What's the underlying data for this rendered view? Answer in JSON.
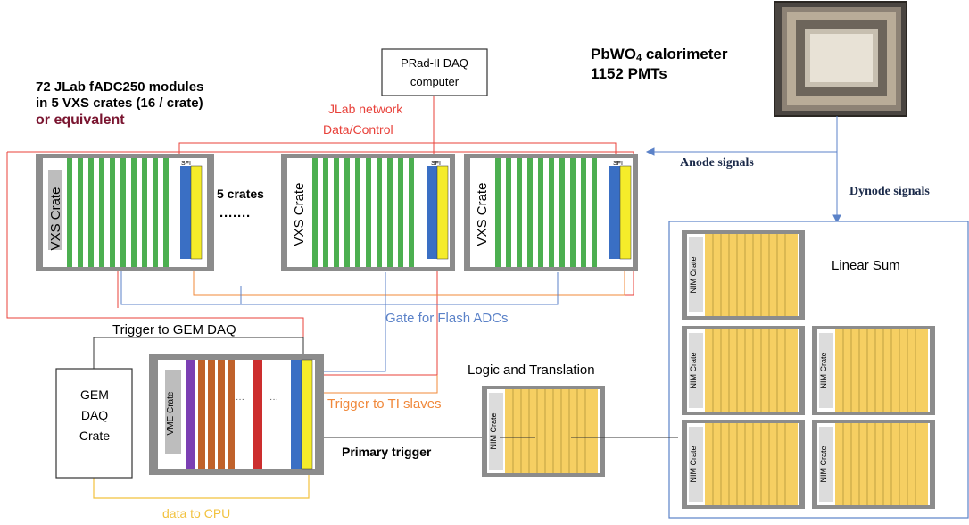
{
  "title_block": {
    "line1": "72 JLab fADC250 modules",
    "line2": "in 5 VXS crates (16 / crate)",
    "line3": "or equivalent"
  },
  "calorimeter": {
    "line1_prefix": "PbWO",
    "line1_sub": "4",
    "line1_suffix": " calorimeter",
    "line2": "1152 PMTs"
  },
  "daq_computer": {
    "line1": "PRad-II DAQ",
    "line2": "computer"
  },
  "network": {
    "line1": "JLab network",
    "line2": "Data/Control"
  },
  "signals": {
    "anode": "Anode signals",
    "dynode": "Dynode signals"
  },
  "vxs": {
    "crate_label": "VXS Crate",
    "sfi_label": "SFI",
    "count_label": "5 crates",
    "ellipsis": "·······"
  },
  "gate_label": "Gate for Flash ADCs",
  "trigger_gem_label": "Trigger to  GEM DAQ",
  "gem": {
    "line1": "GEM",
    "line2": "DAQ",
    "line3": "Crate"
  },
  "vme": {
    "crate_label": "VME Crate",
    "dots": "···"
  },
  "trigger_ti_label": "Trigger to TI slaves",
  "primary_trigger_label": "Primary trigger",
  "data_cpu_label": "data to CPU",
  "logic_label": "Logic and Translation",
  "nim_crate_label": "NIM Crate",
  "linear_sum_label": "Linear Sum",
  "colors": {
    "red": "#e8413a",
    "orange": "#f0883a",
    "blue": "#5b82c8",
    "gold": "#f2c23e",
    "green": "#4caf50",
    "sfi_blue": "#3a6fc4",
    "sfi_yellow": "#f5ec2a",
    "maroon": "#7a1530",
    "crate_gray": "#8c8c8c",
    "module_yellow": "#f6cf62"
  }
}
